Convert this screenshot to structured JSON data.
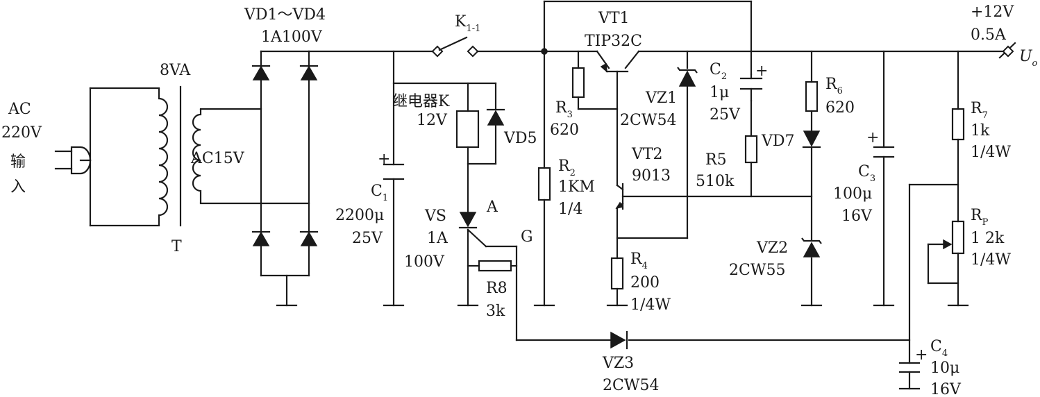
{
  "input": {
    "line1": "AC",
    "line2": "220V",
    "line3": "输",
    "line4": "入"
  },
  "transformer": {
    "power": "8VA",
    "secondary": "AC15V",
    "ref": "T"
  },
  "bridge": {
    "ref": "VD1～VD4",
    "rating": "1A100V"
  },
  "switch": {
    "main": "K",
    "sub": "1-1"
  },
  "relay": {
    "name": "继电器K",
    "voltage": "12V"
  },
  "vd5": {
    "ref": "VD5"
  },
  "c1": {
    "main": "C",
    "sub": "1",
    "value": "2200μ",
    "voltage": "25V"
  },
  "vs": {
    "ref": "VS",
    "current": "1A",
    "voltage": "100V",
    "anode": "A",
    "gate": "G"
  },
  "r8": {
    "ref": "R8",
    "value": "3k"
  },
  "r2": {
    "main": "R",
    "sub": "2",
    "value": "1KM",
    "power": "1/4"
  },
  "r3": {
    "main": "R",
    "sub": "3",
    "value": "620"
  },
  "vt1": {
    "ref": "VT1",
    "model": "TIP32C"
  },
  "vz1": {
    "ref": "VZ1",
    "model": "2CW54"
  },
  "vt2": {
    "ref": "VT2",
    "model": "9013"
  },
  "r4": {
    "main": "R",
    "sub": "4",
    "value": "200",
    "power": "1/4W"
  },
  "c2": {
    "main": "C",
    "sub": "2",
    "value": "1μ",
    "voltage": "25V"
  },
  "r5": {
    "ref": "R5",
    "value": "510k"
  },
  "r6": {
    "main": "R",
    "sub": "6",
    "value": "620"
  },
  "vd7": {
    "ref": "VD7"
  },
  "vz2": {
    "ref": "VZ2",
    "model": "2CW55"
  },
  "c3": {
    "main": "C",
    "sub": "3",
    "value": "100μ",
    "voltage": "16V"
  },
  "r7": {
    "main": "R",
    "sub": "7",
    "value": "1k",
    "power": "1/4W"
  },
  "rp": {
    "main": "R",
    "sub": "P",
    "value": "1 2k",
    "power": "1/4W"
  },
  "c4": {
    "main": "C",
    "sub": "4",
    "value": "10μ",
    "voltage": "16V"
  },
  "vz3": {
    "ref": "VZ3",
    "model": "2CW54"
  },
  "output": {
    "voltage": "+12V",
    "current": "0.5A",
    "main": "U",
    "sub": "o"
  },
  "plus_sign": "+"
}
